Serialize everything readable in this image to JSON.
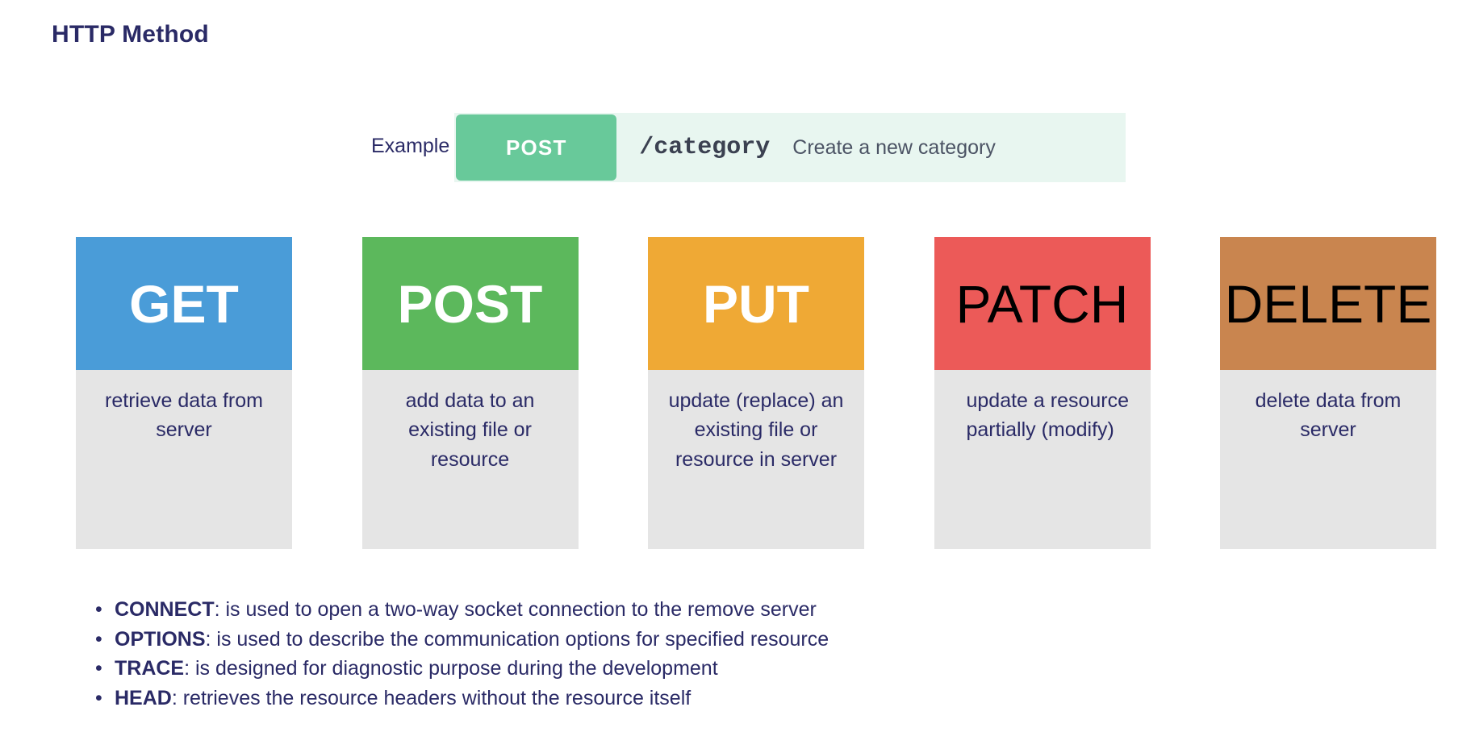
{
  "page": {
    "title": "HTTP Method",
    "title_color": "#2a2a66",
    "background": "#ffffff"
  },
  "example": {
    "label": "Example",
    "method": "POST",
    "method_badge_color": "#68c99a",
    "box_background": "#e8f6f0",
    "path": "/category",
    "summary": "Create a new category"
  },
  "methods": [
    {
      "name": "GET",
      "header_color": "#4a9cd8",
      "name_color": "#ffffff",
      "name_weight": "bold",
      "description": "retrieve data from server",
      "description_align": "center",
      "body_color": "#e5e5e5"
    },
    {
      "name": "POST",
      "header_color": "#5cb85c",
      "name_color": "#ffffff",
      "name_weight": "bold",
      "description": "add data to an existing file or resource",
      "description_align": "center",
      "body_color": "#e5e5e5"
    },
    {
      "name": "PUT",
      "header_color": "#efa935",
      "name_color": "#ffffff",
      "name_weight": "bold",
      "description": "update (replace) an existing file or resource in server",
      "description_align": "center",
      "body_color": "#e5e5e5"
    },
    {
      "name": "PATCH",
      "header_color": "#ec5a58",
      "name_color": "#000000",
      "name_weight": "normal",
      "description": "update a resource partially (modify)",
      "description_align": "left",
      "body_color": "#e5e5e5"
    },
    {
      "name": "DELETE",
      "header_color": "#c9854f",
      "name_color": "#000000",
      "name_weight": "normal",
      "description": "delete data from server",
      "description_align": "center",
      "body_color": "#e5e5e5"
    }
  ],
  "notes": [
    {
      "bullet": "•",
      "term": "CONNECT",
      "text": ":  is used to open a two-way socket connection to the remove server"
    },
    {
      "bullet": "•",
      "term": "OPTIONS",
      "text": ": is used to describe the communication options for specified resource"
    },
    {
      "bullet": "•",
      "term": "TRACE",
      "text": ": is designed for diagnostic purpose during the development"
    },
    {
      "bullet": "•",
      "term": "HEAD",
      "text": ": retrieves the resource headers without the resource itself"
    }
  ]
}
